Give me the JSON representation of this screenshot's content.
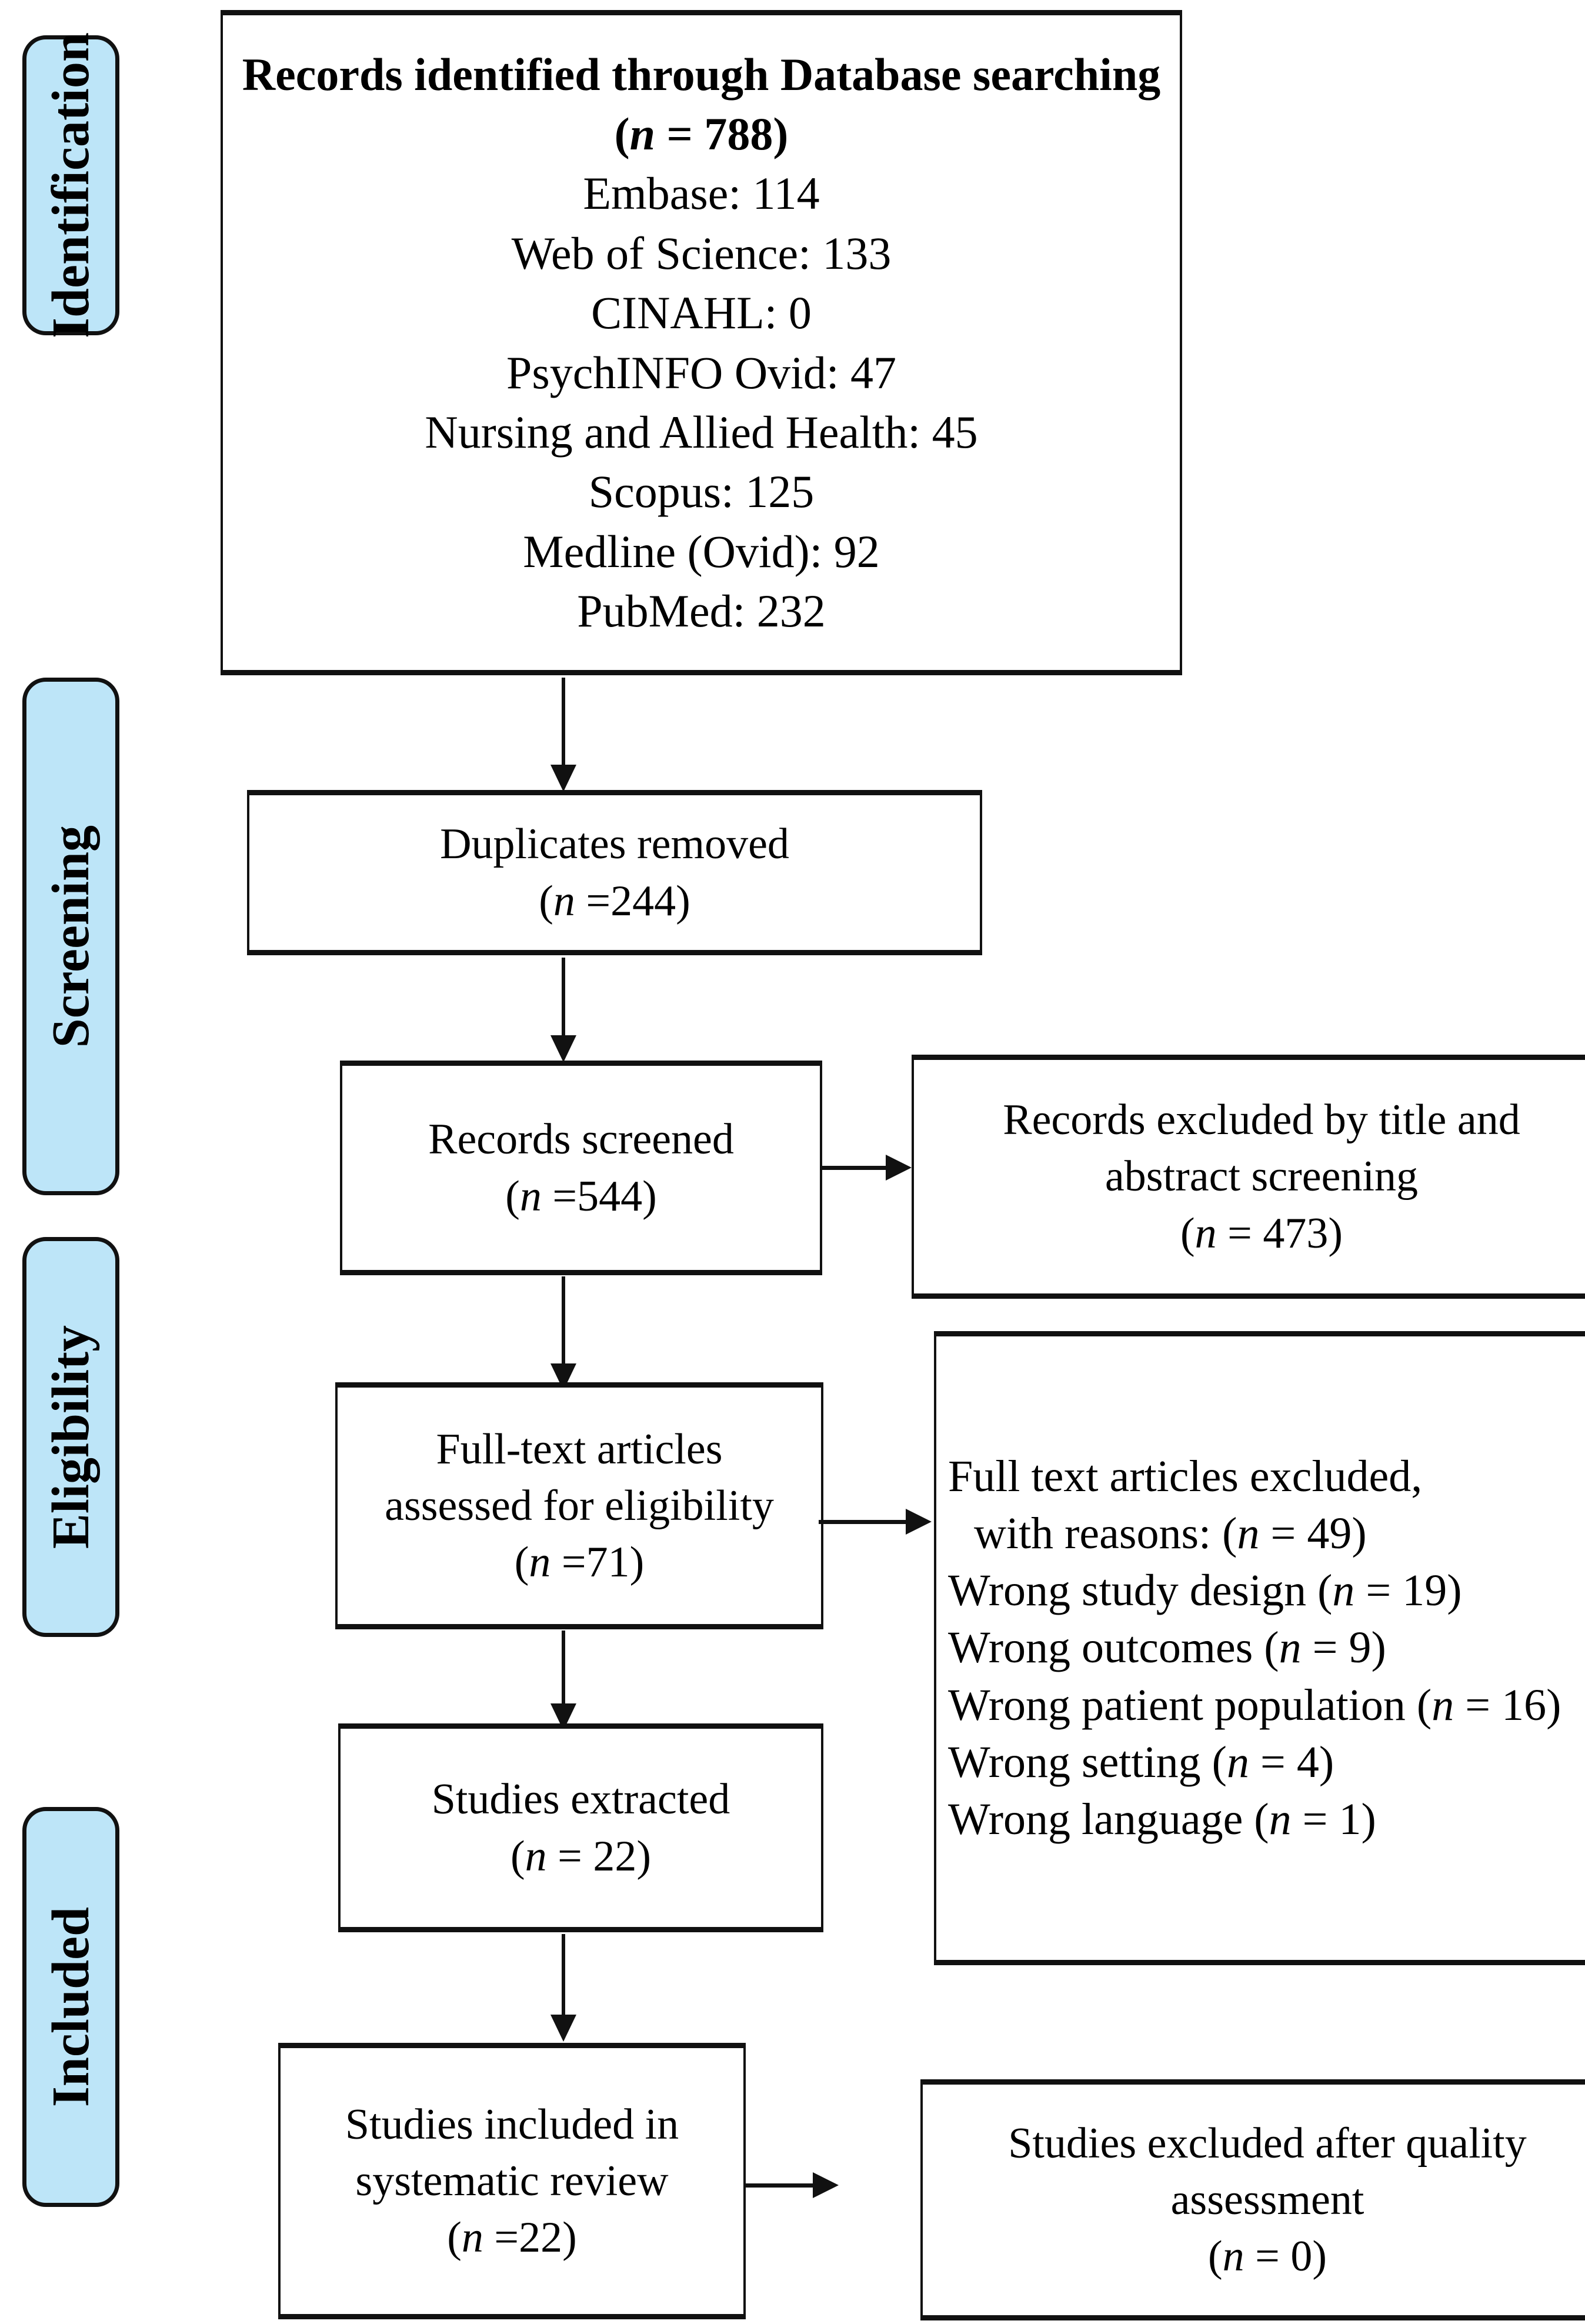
{
  "diagram": {
    "type": "PRISMA flow diagram",
    "phases": [
      {
        "id": "identification",
        "label": "Identification"
      },
      {
        "id": "screening",
        "label": "Screening"
      },
      {
        "id": "eligibility",
        "label": "Eligibility"
      },
      {
        "id": "included",
        "label": "Included"
      }
    ],
    "boxes": {
      "identified": {
        "title": "Records identified through Database searching",
        "count": "(n = 788)",
        "sources": [
          "Embase: 114",
          "Web of Science: 133",
          "CINAHL: 0",
          "PsychINFO Ovid: 47",
          "Nursing and Allied Health: 45",
          "Scopus: 125",
          "Medline (Ovid): 92",
          "PubMed: 232"
        ]
      },
      "duplicates": {
        "label": "Duplicates removed",
        "count": "(n =244)"
      },
      "screened": {
        "label": "Records screened",
        "count": "(n =544)"
      },
      "excluded_title_abstract": {
        "line1": "Records excluded by title and",
        "line2": "abstract screening",
        "count": "(n = 473)"
      },
      "fulltext_assessed": {
        "line1": "Full-text articles",
        "line2": "assessed for eligibility",
        "count": "(n =71)"
      },
      "fulltext_excluded": {
        "heading_line1": "Full text articles excluded,",
        "heading_line2": "with reasons: (n = 49)",
        "reasons": [
          "Wrong study design (n = 19)",
          "Wrong outcomes (n = 9)",
          "Wrong patient population (n = 16)",
          "Wrong setting (n = 4)",
          "Wrong language (n = 1)"
        ]
      },
      "extracted": {
        "label": "Studies extracted",
        "count": "(n = 22)"
      },
      "included_review": {
        "line1": "Studies included in",
        "line2": "systematic review",
        "count": "(n =22)"
      },
      "excluded_quality": {
        "line1": "Studies excluded after quality",
        "line2": "assessment",
        "count": "(n = 0)"
      }
    },
    "colors": {
      "phase_fill": "#bde5f8",
      "stroke": "#111111",
      "background": "#ffffff"
    }
  }
}
